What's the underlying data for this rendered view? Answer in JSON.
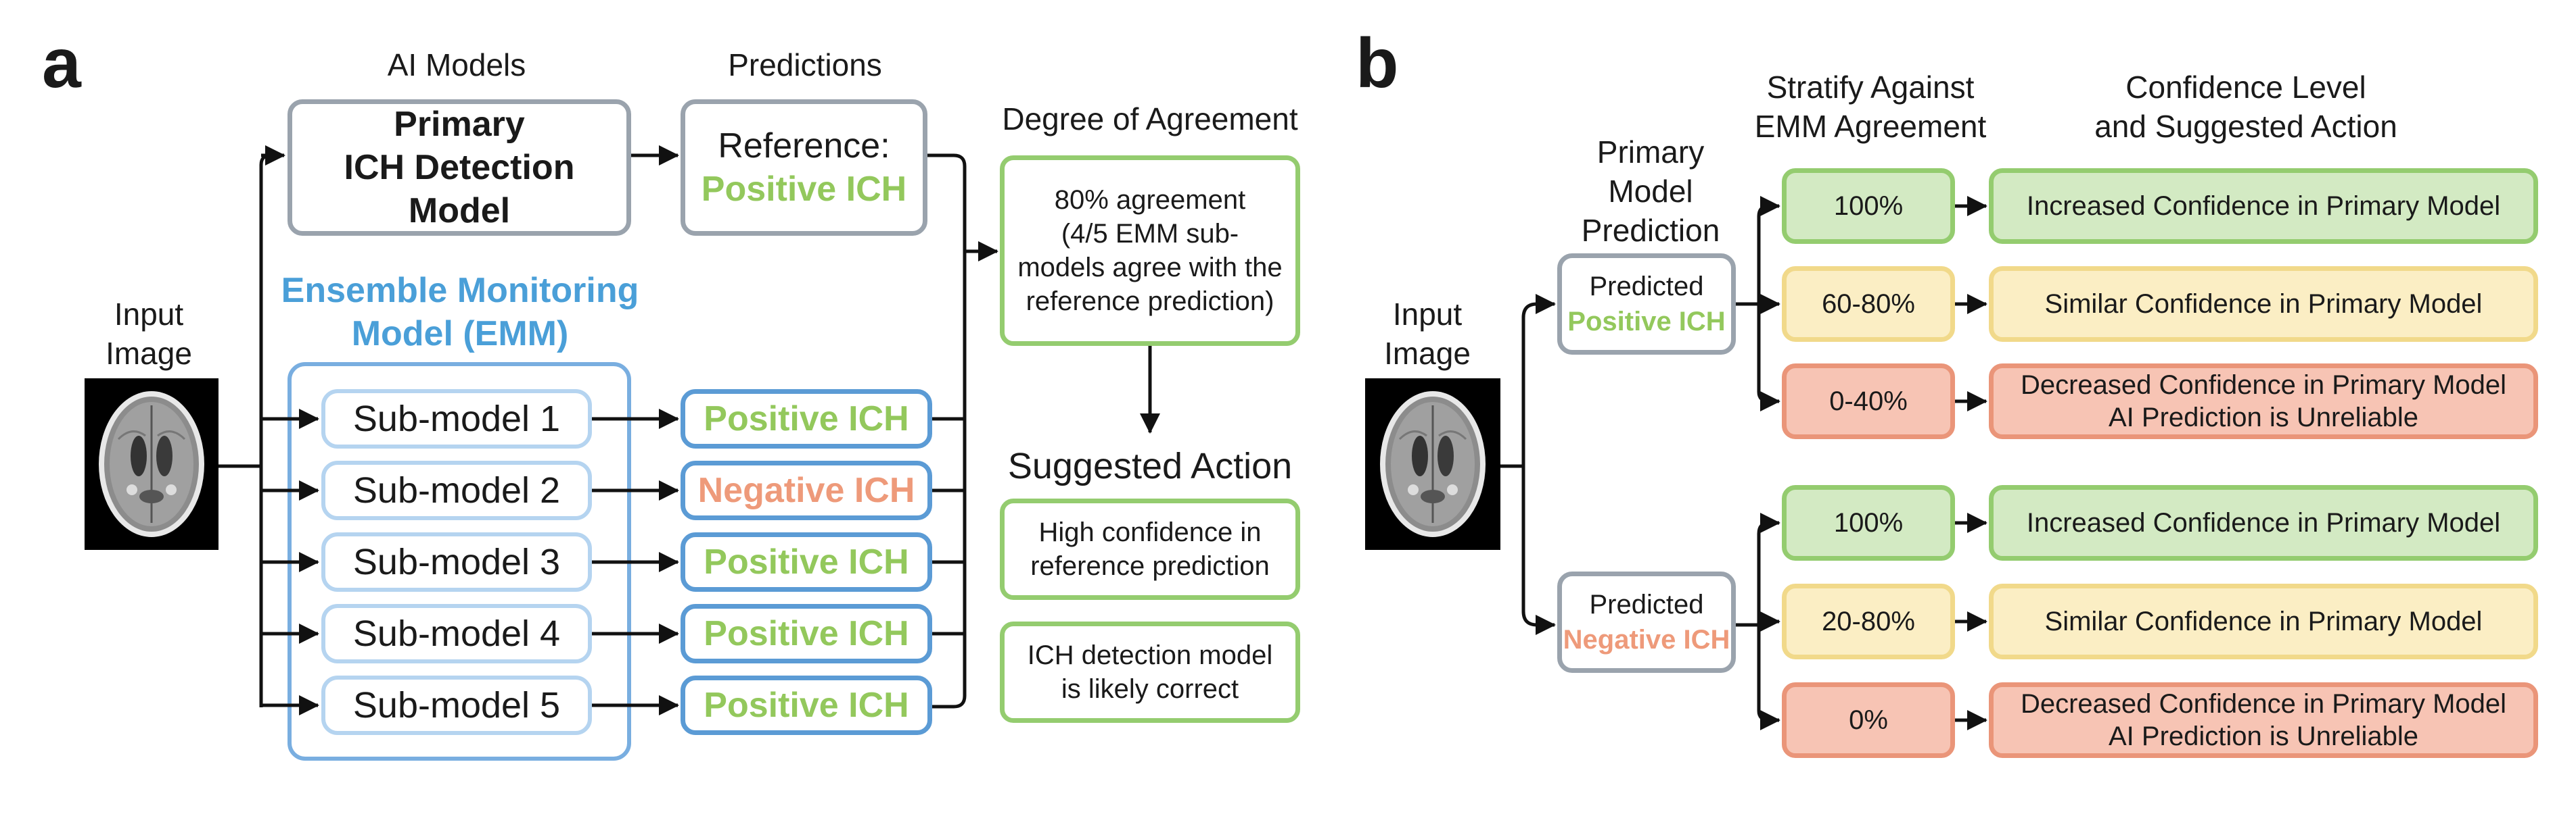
{
  "panel_a": {
    "letter": "a",
    "header_models": "AI Models",
    "header_predictions": "Predictions",
    "header_agreement": "Degree of Agreement",
    "input_label": "Input\nImage",
    "primary_model": "Primary\nICH Detection\nModel",
    "reference_label": "Reference:",
    "reference_value": "Positive ICH",
    "emm_title": "Ensemble Monitoring\nModel (EMM)",
    "submodels": [
      {
        "label": "Sub-model 1",
        "prediction": "Positive ICH",
        "kind": "positive"
      },
      {
        "label": "Sub-model 2",
        "prediction": "Negative ICH",
        "kind": "negative"
      },
      {
        "label": "Sub-model 3",
        "prediction": "Positive ICH",
        "kind": "positive"
      },
      {
        "label": "Sub-model 4",
        "prediction": "Positive ICH",
        "kind": "positive"
      },
      {
        "label": "Sub-model 5",
        "prediction": "Positive ICH",
        "kind": "positive"
      }
    ],
    "agreement_text": "80% agreement\n(4/5 EMM sub-\nmodels agree with the\nreference prediction)",
    "suggested_action_title": "Suggested Action",
    "action_1": "High confidence in\nreference prediction",
    "action_2": "ICH detection model\nis likely correct"
  },
  "panel_b": {
    "letter": "b",
    "input_label": "Input\nImage",
    "header_primary": "Primary\nModel\nPrediction",
    "header_stratify": "Stratify Against\nEMM Agreement",
    "header_confidence": "Confidence Level\nand Suggested Action",
    "positive_label": "Predicted",
    "positive_value": "Positive ICH",
    "negative_label": "Predicted",
    "negative_value": "Negative ICH",
    "positive_rows": [
      {
        "range": "100%",
        "action": "Increased Confidence in Primary Model",
        "level": "green"
      },
      {
        "range": "60-80%",
        "action": "Similar Confidence in Primary Model",
        "level": "yellow"
      },
      {
        "range": "0-40%",
        "action": "Decreased Confidence in Primary Model\nAI Prediction is Unreliable",
        "level": "red"
      }
    ],
    "negative_rows": [
      {
        "range": "100%",
        "action": "Increased Confidence in Primary Model",
        "level": "green"
      },
      {
        "range": "20-80%",
        "action": "Similar Confidence in Primary Model",
        "level": "yellow"
      },
      {
        "range": "0%",
        "action": "Decreased Confidence in Primary Model\nAI Prediction is Unreliable",
        "level": "red"
      }
    ]
  },
  "colors": {
    "positive": "#93c85c",
    "negative": "#ee9a7a",
    "emm_blue": "#4a9fd8",
    "green_fill": "#d3eac3",
    "yellow_fill": "#fbeec4",
    "red_fill": "#f7c4b4"
  }
}
